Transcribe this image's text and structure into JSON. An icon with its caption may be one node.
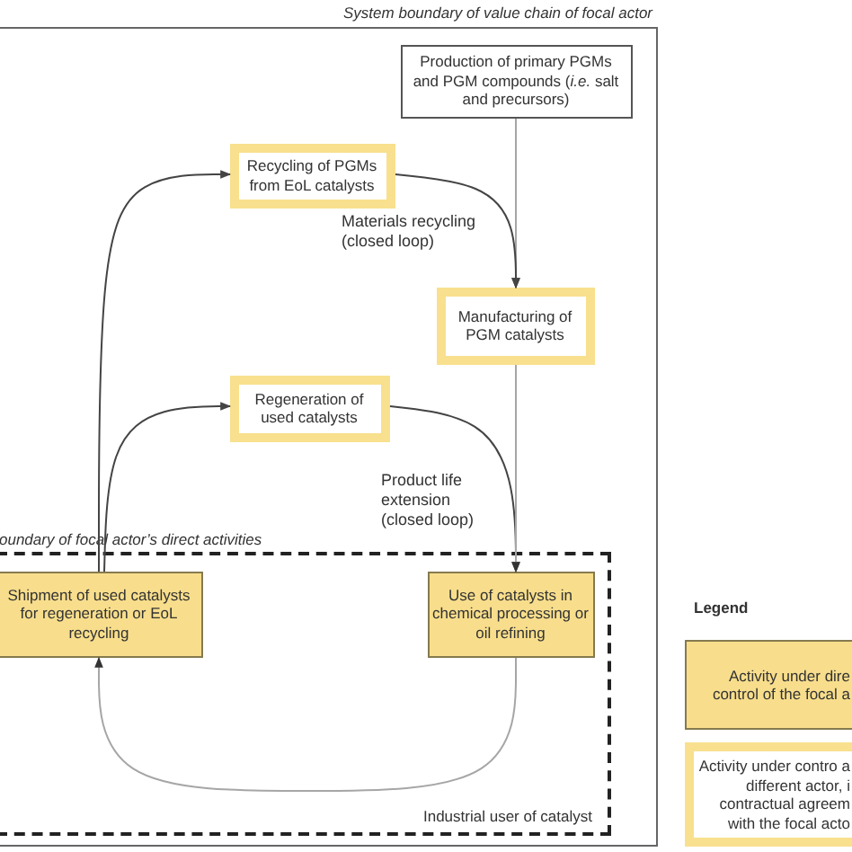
{
  "diagram": {
    "nodes": [
      {
        "text": [
          "System boundary of value chain of focal actor"
        ]
      },
      {
        "text": [
          "Production of primary PGMs and PGM compounds (*i.e.* salt and precursors)"
        ],
        "in": 0
      },
      {
        "text": [
          "Recycling of PGMs from EoL catalysts"
        ],
        "in": 0
      },
      {
        "text": [
          "Manufacturing of PGM catalysts"
        ],
        "in": 0
      },
      {
        "text": [
          "Regeneration of used catalysts"
        ],
        "in": 0
      },
      {
        "text": [
          "oundary of focal actor’s direct activities",
          "Industrial user of catalyst"
        ],
        "in": 0
      },
      {
        "text": [
          "Shipment of used catalysts for regeneration or EoL recycling"
        ],
        "in": 5
      },
      {
        "text": [
          "Use of catalysts in chemical processing or oil refining"
        ],
        "in": 5
      }
    ],
    "edges": [
      {
        "from": 1,
        "to": 3,
        "arrow": "to",
        "color": "#a6a6a6"
      },
      {
        "from": 2,
        "to": 3,
        "arrow": "to",
        "label": "Materials recycling (closed loop)"
      },
      {
        "from": 6,
        "to": 2,
        "arrow": "to"
      },
      {
        "from": 6,
        "to": 4,
        "arrow": "to"
      },
      {
        "from": 4,
        "to": 7,
        "arrow": "to",
        "label": "Product life extension (closed loop)"
      },
      {
        "from": 3,
        "to": 7,
        "arrow": "to",
        "color": "#a6a6a6"
      },
      {
        "from": 7,
        "to": 6,
        "arrow": "to",
        "color": "#a6a6a6"
      }
    ],
    "labels": [
      "Legend"
    ],
    "legend": [
      {
        "text": "Activity under dire control of the focal a",
        "color": "#f8de8c"
      },
      {
        "text": "Activity under contro a different actor, i contractual agreem with the focal acto"
      }
    ]
  }
}
